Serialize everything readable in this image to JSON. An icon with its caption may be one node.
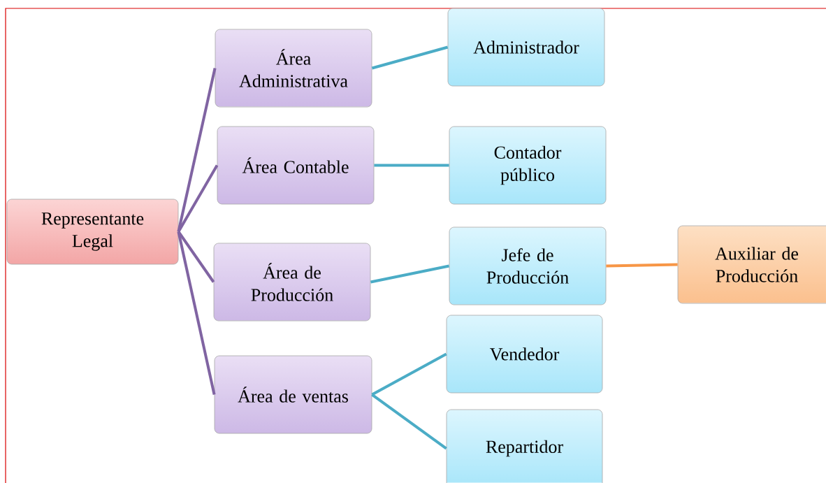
{
  "diagram": {
    "nodes": [
      {
        "text": [
          "Representante Legal"
        ]
      },
      {
        "text": [
          "Área Administrativa"
        ]
      },
      {
        "text": [
          "Área Contable"
        ]
      },
      {
        "text": [
          "Área de Producción"
        ]
      },
      {
        "text": [
          "Área de ventas"
        ]
      },
      {
        "text": [
          "Administrador"
        ]
      },
      {
        "text": [
          "Contador público"
        ]
      },
      {
        "text": [
          "Jefe de Producción"
        ]
      },
      {
        "text": [
          "Auxiliar de Producción"
        ]
      },
      {
        "text": [
          "Vendedor"
        ]
      },
      {
        "text": [
          "Repartidor"
        ]
      }
    ],
    "edges": [
      {
        "from": 0,
        "to": 1,
        "arrow": "none",
        "color": "#8064a2"
      },
      {
        "from": 0,
        "to": 2,
        "arrow": "none",
        "color": "#8064a2"
      },
      {
        "from": 0,
        "to": 3,
        "arrow": "none",
        "color": "#8064a2"
      },
      {
        "from": 0,
        "to": 4,
        "arrow": "none",
        "color": "#8064a2"
      },
      {
        "from": 1,
        "to": 5,
        "arrow": "none"
      },
      {
        "from": 2,
        "to": 6,
        "arrow": "none"
      },
      {
        "from": 3,
        "to": 7,
        "arrow": "none"
      },
      {
        "from": 4,
        "to": 9,
        "arrow": "none"
      },
      {
        "from": 4,
        "to": 10,
        "arrow": "none"
      },
      {
        "from": 7,
        "to": 8,
        "arrow": "none",
        "color": "#f79646"
      }
    ]
  }
}
